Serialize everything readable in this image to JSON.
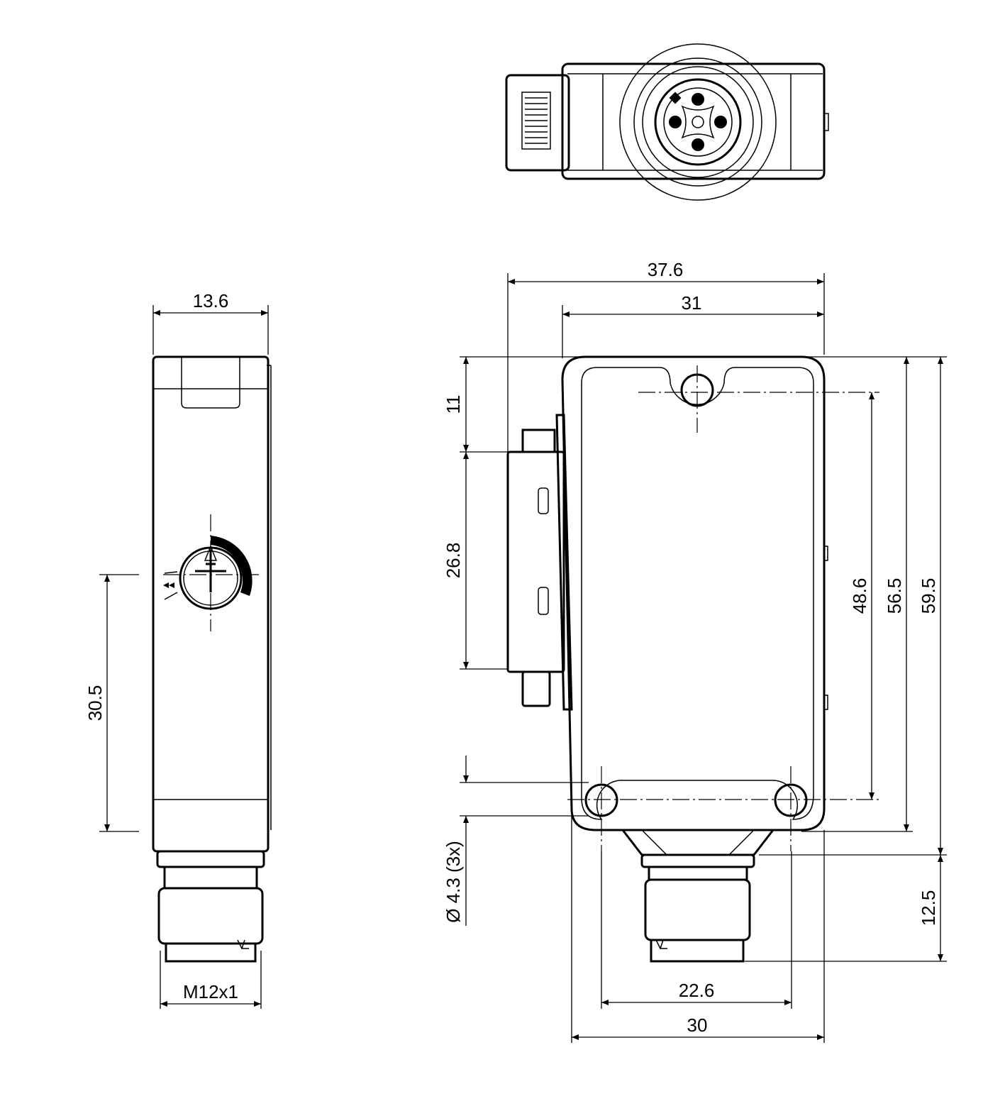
{
  "dimensions": {
    "overall_width": "37.6",
    "body_width": "31",
    "side_depth": "13.6",
    "top_to_tab": "11",
    "tab_height": "26.8",
    "hole_spacing_v": "48.6",
    "body_height": "56.5",
    "total_height": "59.5",
    "knob_height": "30.5",
    "hole_diameter": "Ø 4.3 (3x)",
    "connector_length": "12.5",
    "hole_spacing_h": "22.6",
    "base_width": "30",
    "thread": "M12x1"
  }
}
